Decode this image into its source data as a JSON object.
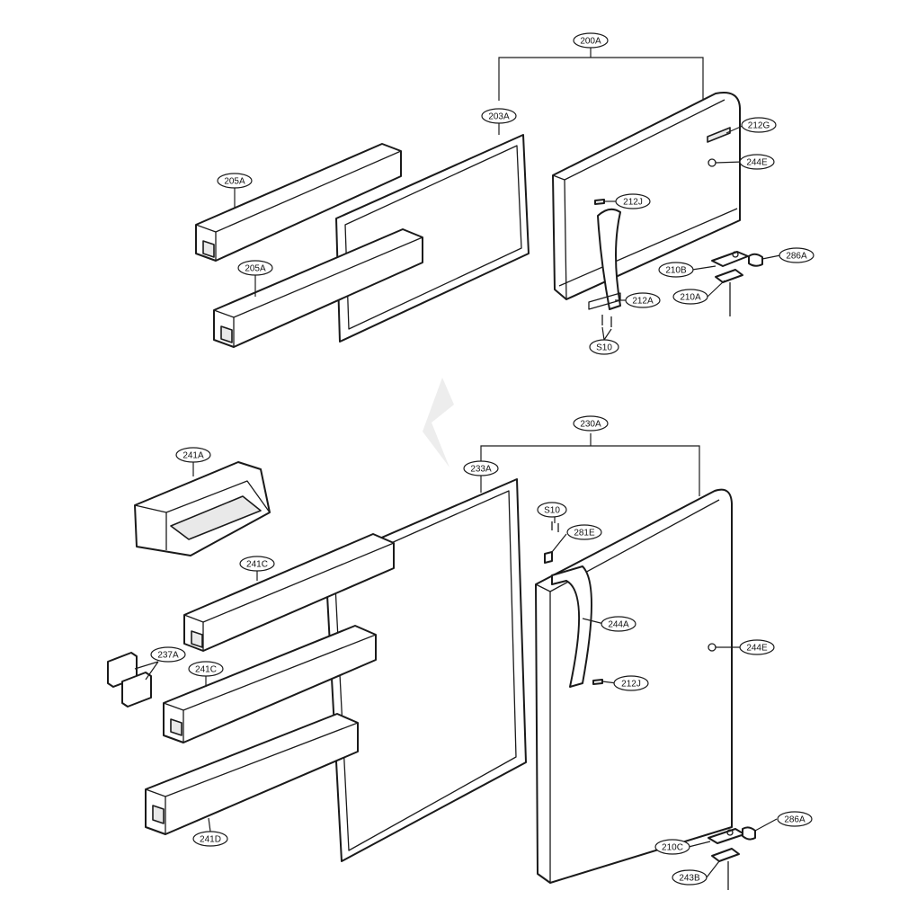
{
  "labels": {
    "upper_door_assembly": "200A",
    "upper_gasket": "203A",
    "upper_bin_a": "205A",
    "upper_bin_b": "205A",
    "upper_handle_insert": "212G",
    "upper_cap": "244E",
    "upper_screw_cover": "212J",
    "upper_hinge_bracket": "210B",
    "upper_bushing": "286A",
    "upper_hinge_pin": "210A",
    "upper_handle": "212A",
    "upper_screws": "S10",
    "lower_door_assembly": "230A",
    "lower_gasket": "233A",
    "dairy_bin": "241A",
    "shelf_bin_a": "241C",
    "shelf_bin_b": "241C",
    "shelf_bin_large": "241D",
    "bin_stopper": "237A",
    "lower_screws": "S10",
    "lower_cap_top": "281E",
    "lower_handle": "244A",
    "lower_cap": "244E",
    "lower_screw_cover": "212J",
    "lower_bushing": "286A",
    "lower_hinge_bracket": "210C",
    "lower_hinge_pin": "243B"
  },
  "colors": {
    "line": "#1a1a1a",
    "fill": "#ffffff",
    "shade": "#e9e9e9"
  }
}
